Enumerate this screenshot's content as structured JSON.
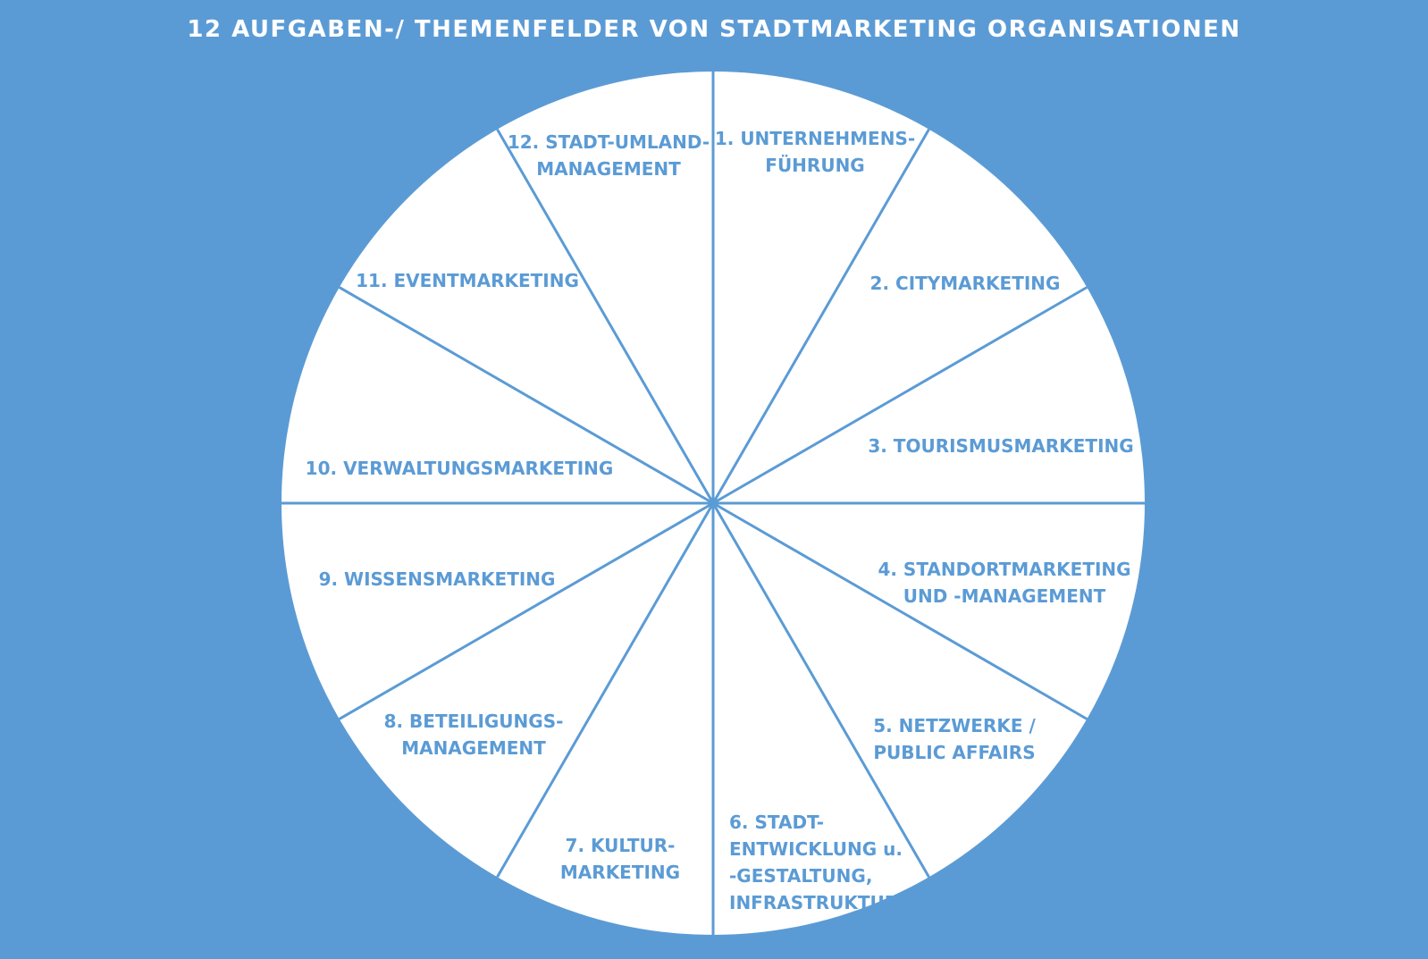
{
  "title": "12 AUFGABEN-/ THEMENFELDER VON STADTMARKETING ORGANISATIONEN",
  "colors": {
    "background": "#5b9bd5",
    "circle_fill": "#ffffff",
    "lines": "#5b9bd5",
    "label_text": "#5b9bd5",
    "title_text": "#ffffff"
  },
  "segments": [
    {
      "lines": [
        "1. UNTERNEHMENS-",
        "FÜHRUNG"
      ]
    },
    {
      "lines": [
        "2. CITYMARKETING"
      ]
    },
    {
      "lines": [
        "3. TOURISMUSMARKETING"
      ]
    },
    {
      "lines": [
        "4. STANDORTMARKETING",
        "UND -MANAGEMENT"
      ]
    },
    {
      "lines": [
        "5. NETZWERKE /",
        "PUBLIC AFFAIRS"
      ]
    },
    {
      "lines": [
        "6. STADT-",
        "ENTWICKLUNG u.",
        "-GESTALTUNG,",
        "INFRASTRUKTUR"
      ]
    },
    {
      "lines": [
        "7. KULTUR-",
        "MARKETING"
      ]
    },
    {
      "lines": [
        "8. BETEILIGUNGS-",
        "MANAGEMENT"
      ]
    },
    {
      "lines": [
        "9. WISSENSMARKETING"
      ]
    },
    {
      "lines": [
        "10. VERWALTUNGSMARKETING"
      ]
    },
    {
      "lines": [
        "11. EVENTMARKETING"
      ]
    },
    {
      "lines": [
        "12. STADT-UMLAND-",
        "MANAGEMENT"
      ]
    }
  ]
}
